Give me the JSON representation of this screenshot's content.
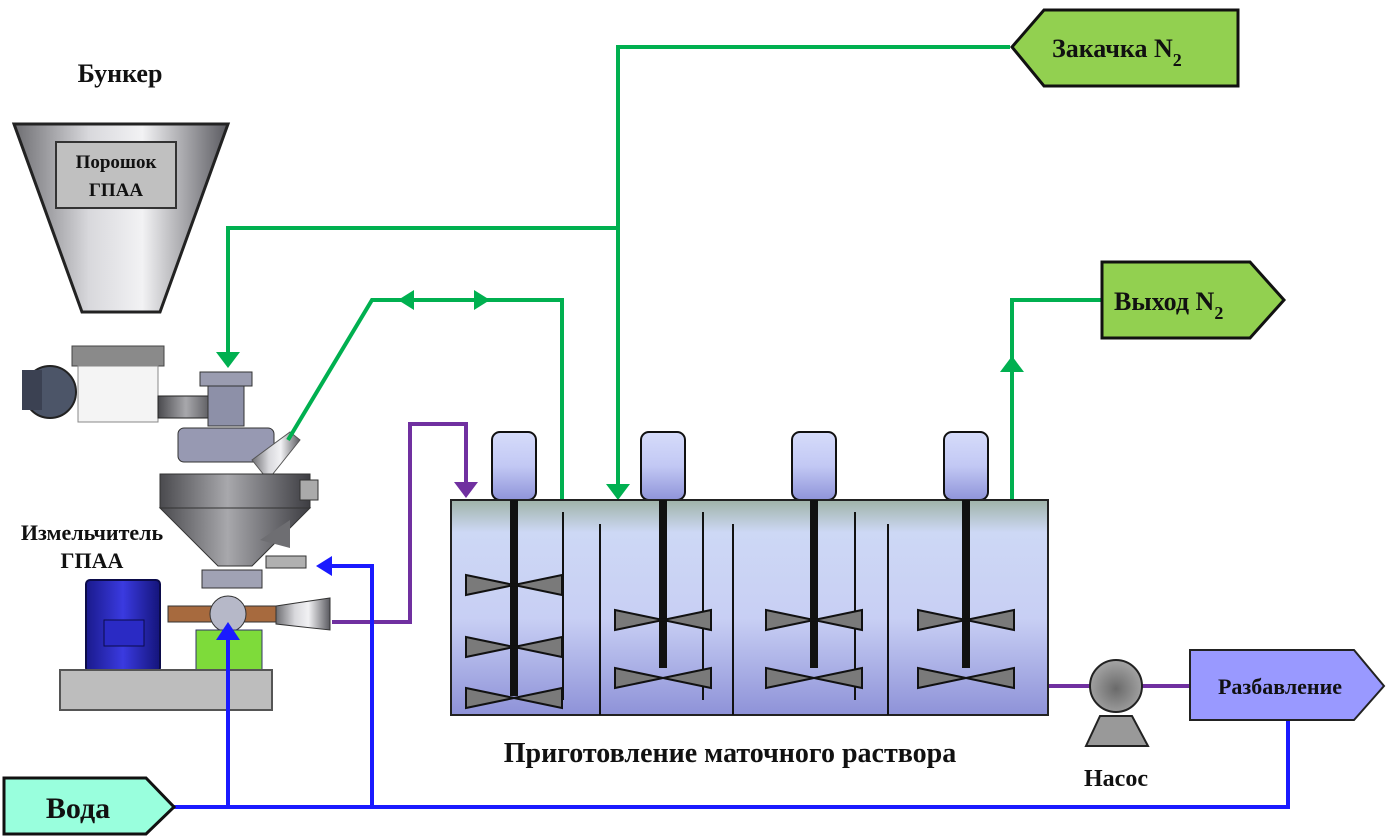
{
  "labels": {
    "hopper": "Бункер",
    "powder_line1": "Порошок",
    "powder_line2": "ГПАА",
    "grinder_line1": "Измельчитель",
    "grinder_line2": "ГПАА",
    "tank": "Приготовление маточного раствора",
    "pump": "Насос"
  },
  "terminals": {
    "n2_in": {
      "text": "Закачка N",
      "sub": "2",
      "color": "#92d050"
    },
    "n2_out": {
      "text": "Выход N",
      "sub": "2",
      "color": "#92d050"
    },
    "dilution": {
      "text": "Разбавление",
      "color": "#9999ff"
    },
    "water": {
      "text": "Вода",
      "color": "#99ffdd"
    }
  },
  "line_colors": {
    "nitrogen": "#00b050",
    "water": "#1a1aff",
    "solution": "#7030a0"
  },
  "tank": {
    "mixers": 4,
    "sections": 4
  }
}
